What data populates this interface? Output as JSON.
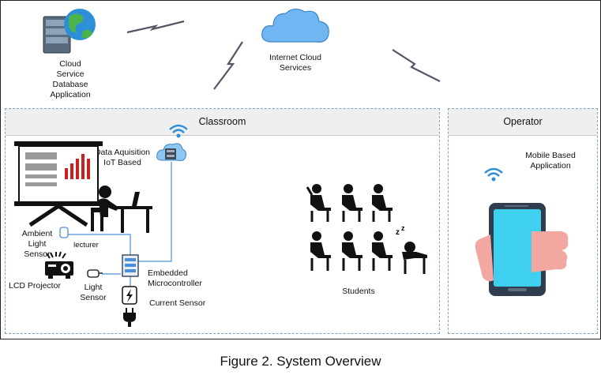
{
  "labels": {
    "cloud_db": [
      "Cloud",
      "Service",
      "Database",
      "Application"
    ],
    "internet_cloud": [
      "Internet Cloud",
      "Services"
    ],
    "classroom": "Classroom",
    "operator": "Operator",
    "data_acq": [
      "Data Aquisition",
      "IoT Based"
    ],
    "ambient": [
      "Ambient",
      "Light",
      "Sensor"
    ],
    "lecturer": "lecturer",
    "lcd": "LCD Projector",
    "light_sensor": [
      "Light",
      "Sensor"
    ],
    "embedded": [
      "Embedded",
      "Microcontroller"
    ],
    "current_sensor": "Current Sensor",
    "students": "Students",
    "mobile": [
      "Mobile Based",
      "Application"
    ]
  },
  "caption": "Figure 2. System Overview",
  "colors": {
    "wire": "#4a90d9",
    "phone_body": "#2f3e4f",
    "phone_screen": "#3fd0f0",
    "hand": "#f2a7a0",
    "wifi": "#2f8fd6",
    "cloud": "#6fb6f2",
    "panel_border": "#7aa3c4",
    "chart_bar": "#cc1f1f"
  },
  "icons": [
    "server-globe-icon",
    "lightning-link-icon",
    "internet-cloud-icon",
    "wifi-icon",
    "iot-cloud-icon",
    "projector-screen-icon",
    "lecturer-desk-icon",
    "ambient-sensor-icon",
    "projector-icon",
    "light-sensor-icon",
    "microcontroller-icon",
    "current-sensor-icon",
    "plug-icon",
    "students-icon",
    "sleeping-student-icon",
    "smartphone-hand-icon"
  ]
}
